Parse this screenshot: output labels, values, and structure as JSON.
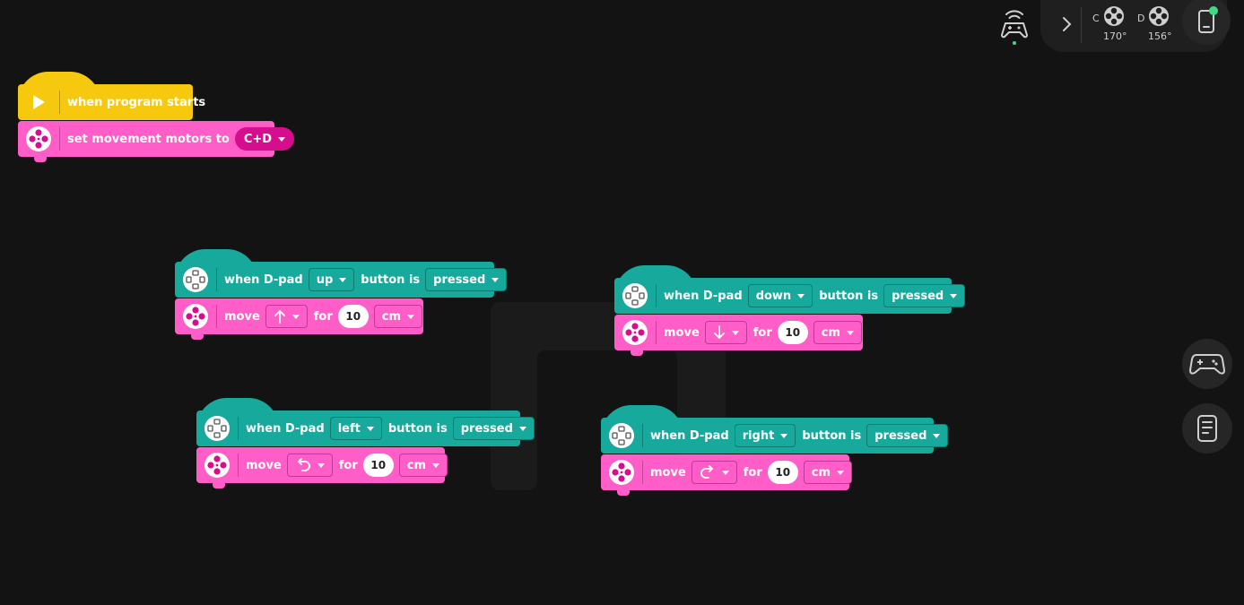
{
  "colors": {
    "background": "#131313",
    "event_yellow": "#f7c90e",
    "movement_pink": "#ff5ec8",
    "controller_teal": "#17a99b",
    "connected_green": "#3ddc84"
  },
  "hub": {
    "motors": [
      {
        "port": "C",
        "value": "170°"
      },
      {
        "port": "D",
        "value": "156°"
      }
    ]
  },
  "blocks": {
    "start": {
      "hat_label": "when program starts",
      "set_label": "set movement motors to",
      "motors_value": "C+D"
    },
    "up": {
      "when": "when D-pad",
      "direction": "up",
      "button_is": "button is",
      "state": "pressed",
      "move": "move",
      "arrow_icon": "arrow-up-icon",
      "for": "for",
      "amount": "10",
      "unit": "cm"
    },
    "down": {
      "when": "when D-pad",
      "direction": "down",
      "button_is": "button is",
      "state": "pressed",
      "move": "move",
      "arrow_icon": "arrow-down-icon",
      "for": "for",
      "amount": "10",
      "unit": "cm"
    },
    "left": {
      "when": "when D-pad",
      "direction": "left",
      "button_is": "button is",
      "state": "pressed",
      "move": "move",
      "arrow_icon": "turn-left-icon",
      "for": "for",
      "amount": "10",
      "unit": "cm"
    },
    "right": {
      "when": "when D-pad",
      "direction": "right",
      "button_is": "button is",
      "state": "pressed",
      "move": "move",
      "arrow_icon": "turn-right-icon",
      "for": "for",
      "amount": "10",
      "unit": "cm"
    }
  },
  "icons": {
    "controller_wifi": "controller-wireless-icon",
    "expand": "chevron-right-icon",
    "device": "hub-device-icon",
    "gamepad": "gamepad-icon",
    "notes": "notes-icon"
  }
}
